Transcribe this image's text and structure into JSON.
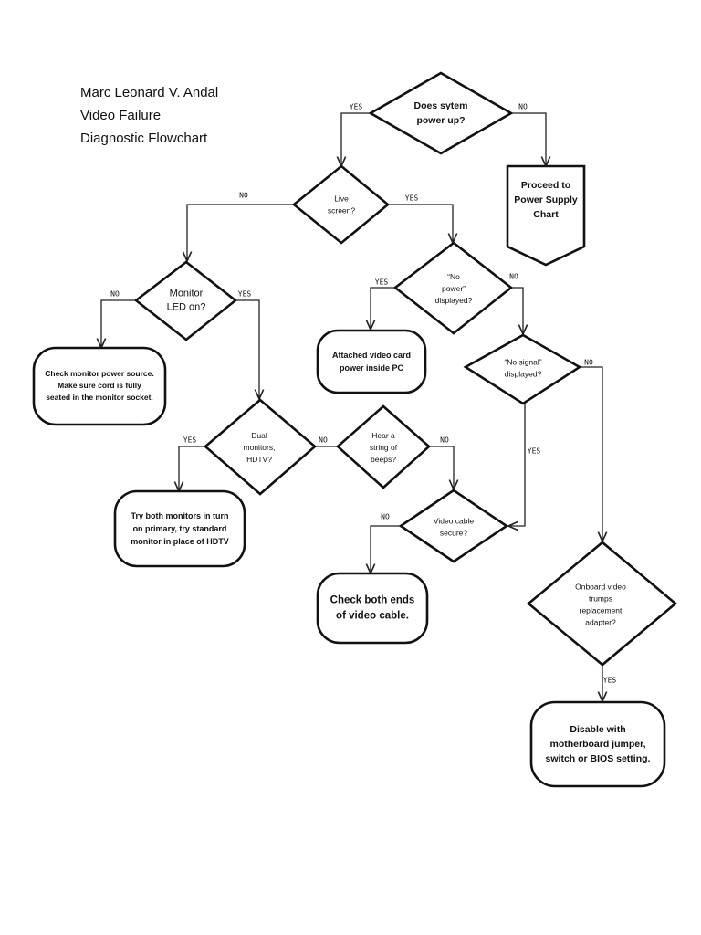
{
  "title": [
    "Marc Leonard V. Andal",
    "Video Failure",
    "Diagnostic Flowchart"
  ],
  "nodes": {
    "power_up": "Does sytem\npower up?",
    "proceed": "Proceed to\nPower Supply\nChart",
    "live_screen": "Live\nscreen?",
    "monitor_led": "Monitor\nLED on?",
    "no_power": "“No\npower”\ndisplayed?",
    "check_monitor": "Check monitor power source.\nMake sure cord is fully\nseated in the monitor socket.",
    "attached_video": "Attached video card\npower inside PC",
    "no_signal": "“No signal”\ndisplayed?",
    "dual_monitors": "Dual\nmonitors,\nHDTV?",
    "hear_beeps": "Hear a\nstring of\nbeeps?",
    "try_both": "Try both monitors in turn\non primary, try standard\nmonitor in place of HDTV",
    "video_cable": "Video cable\nsecure?",
    "check_ends": "Check both ends\nof video cable.",
    "onboard": "Onboard video\ntrumps\nreplacement\nadapter?",
    "disable": "Disable with\nmotherboard jumper,\nswitch or BIOS setting."
  },
  "edge_labels": {
    "yes": "YES",
    "no": "NO"
  }
}
